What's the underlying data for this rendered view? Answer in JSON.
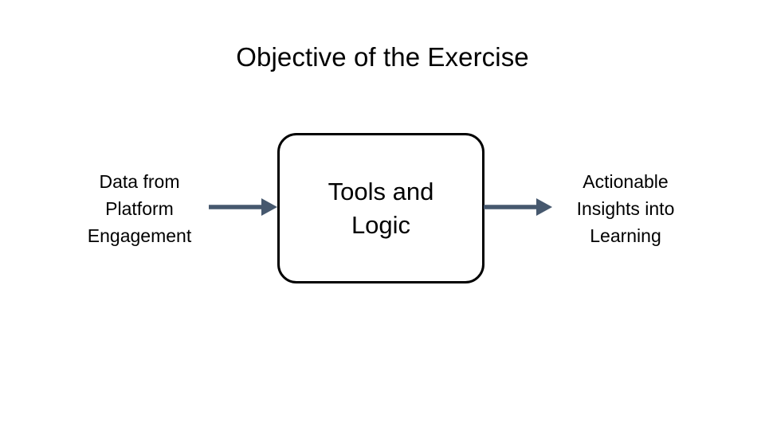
{
  "slide": {
    "title": "Objective of the Exercise",
    "background_color": "#ffffff"
  },
  "diagram": {
    "type": "input-process-output",
    "input": {
      "label": "Data from\nPlatform\nEngagement",
      "lines": [
        "Data from",
        "Platform",
        "Engagement"
      ],
      "text_color": "#000000"
    },
    "process": {
      "label": "Tools and\nLogic",
      "lines": [
        "Tools and",
        "Logic"
      ],
      "border_color": "#000000",
      "fill_color": "#ffffff",
      "shape": "rounded-rectangle"
    },
    "output": {
      "label": "Actionable\nInsights into\nLearning",
      "lines": [
        "Actionable",
        "Insights into",
        "Learning"
      ],
      "text_color": "#000000"
    },
    "arrows": [
      {
        "name": "input-arrow",
        "direction": "right",
        "from": "input-label",
        "to": "process-box",
        "color": "#46586e"
      },
      {
        "name": "output-arrow",
        "direction": "right",
        "from": "process-box",
        "to": "output-label",
        "color": "#46586e"
      }
    ],
    "accent_color": "#46586e"
  }
}
